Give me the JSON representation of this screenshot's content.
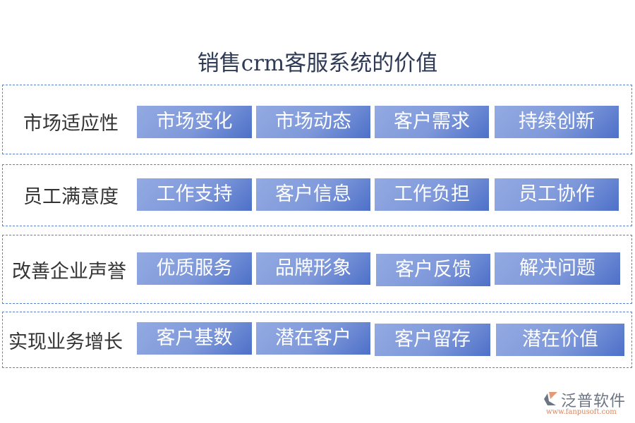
{
  "title": "销售crm客服系统的价值",
  "rows": [
    {
      "label": "市场适应性",
      "items": [
        "市场变化",
        "市场动态",
        "客户需求",
        "持续创新"
      ]
    },
    {
      "label": "员工满意度",
      "items": [
        "工作支持",
        "客户信息",
        "工作负担",
        "员工协作"
      ]
    },
    {
      "label": "改善企业声誉",
      "items": [
        "优质服务",
        "品牌形象",
        "客户反馈",
        "解决问题"
      ]
    },
    {
      "label": "实现业务增长",
      "items": [
        "客户基数",
        "潜在客户",
        "客户留存",
        "潜在价值"
      ]
    }
  ],
  "logo": {
    "name": "泛普软件",
    "url": "www.fanpusoft.com"
  },
  "colors": {
    "accent_start": "#93aae2",
    "accent_end": "#4d70c8",
    "border": "#5b7fd1"
  }
}
